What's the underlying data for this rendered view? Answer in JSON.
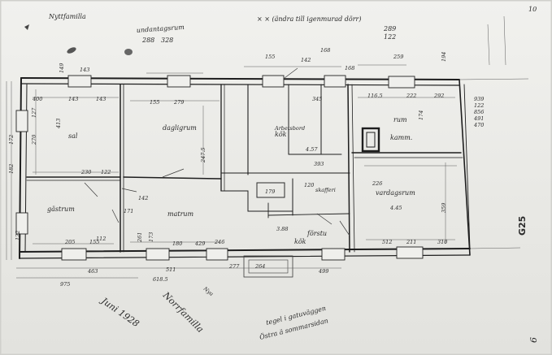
{
  "sheet": {
    "code": "G25",
    "page_mark": "6",
    "corner_number": "10"
  },
  "notes": {
    "top_left": "Nyttfamilla",
    "top_middle": "undantagsrum",
    "top_bracket": "× × (ändra till igenmurad dörr)",
    "top_numbers_a": "289",
    "top_numbers_b": "122",
    "top_numbers_c": "288",
    "top_numbers_d": "328",
    "bottom_date": "Juni 1928",
    "bottom_signature": "Norrfamilla",
    "bottom_signature_prefix": "Nya",
    "bottom_caption_line1": "Östra ä sommarsidan",
    "bottom_caption_line2": "tegel i gatuväggen"
  },
  "rooms": {
    "r1": "sal",
    "r2": "dagligrum",
    "r3": "gästrum",
    "r4": "matrum",
    "r5": "kök",
    "r6": "rum",
    "r7": "kamm.",
    "r8": "vardagsrum",
    "r9": "kök",
    "r10": "förstu",
    "r11": "skafferi",
    "r12": "Arbetsbord"
  },
  "dims": {
    "d1": "143",
    "d2": "400",
    "d3": "143",
    "d4": "155",
    "d5": "279",
    "d6": "413",
    "d7": "127",
    "d8": "270",
    "d9": "122",
    "d10": "230",
    "d11": "247.5",
    "d12": "345",
    "d13": "116.5",
    "d14": "222",
    "d15": "292",
    "d16": "174",
    "d17": "168",
    "d18": "259",
    "d19": "939",
    "d20": "122",
    "d21": "856",
    "d22": "491",
    "d23": "470",
    "d24": "143",
    "d25": "179",
    "d26": "120",
    "d27": "359",
    "d28": "4.45",
    "d29": "3.88",
    "d30": "4.57",
    "d31": "975",
    "d32": "618.5",
    "d33": "511",
    "d34": "463",
    "d35": "499",
    "d36": "264",
    "d37": "277",
    "d38": "211",
    "d39": "310",
    "d40": "393",
    "d41": "512",
    "d42": "180",
    "d43": "429",
    "d44": "168",
    "d45": "142",
    "d46": "155",
    "d47": "194",
    "d48": "149",
    "d49": "155",
    "d50": "122",
    "d51": "182",
    "d52": "172",
    "d53": "205",
    "d54": "112",
    "d55": "261",
    "d56": "173",
    "d57": "246",
    "d58": "171",
    "d59": "142",
    "d60": "226"
  }
}
